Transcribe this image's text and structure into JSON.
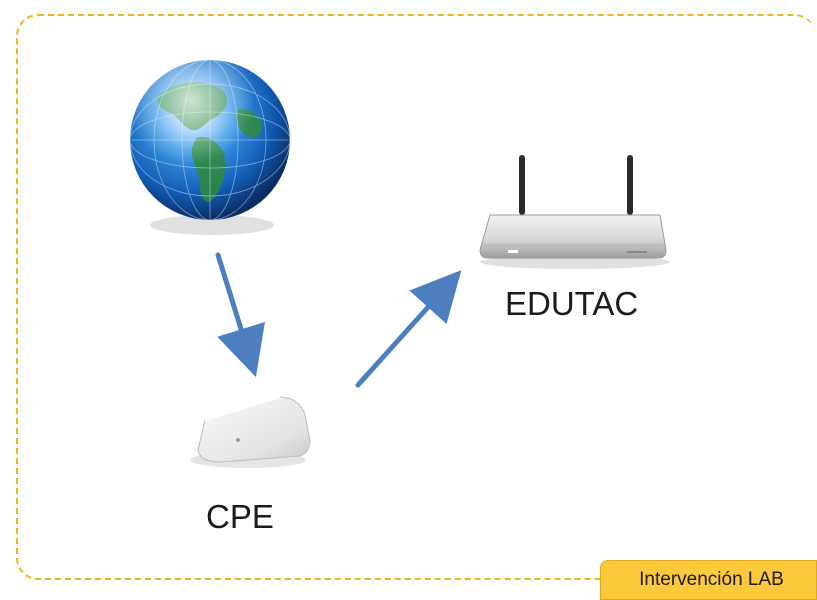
{
  "nodes": {
    "edutac_label": "EDUTAC",
    "cpe_label": "CPE"
  },
  "tag": {
    "label": "Intervención LAB"
  },
  "colors": {
    "frame_border": "#f0b41e",
    "tag_background": "#fbc93a",
    "arrow": "#4d7fc0",
    "globe": "#1f6fc4"
  },
  "icons": {
    "globe": "globe-icon",
    "router": "router-icon",
    "access_point": "access-point-icon"
  }
}
